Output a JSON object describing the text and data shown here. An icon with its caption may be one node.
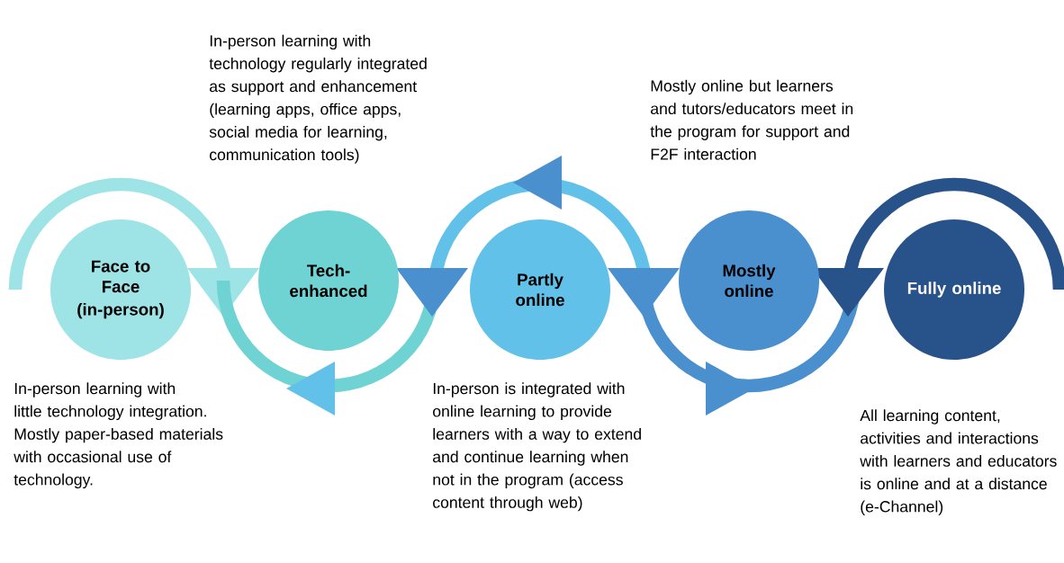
{
  "diagram": {
    "nodes": [
      {
        "text": [
          "Face to Face",
          "(in-person)"
        ],
        "beside": [
          "In-person learning with little technology integration. Mostly paper-based materials with occasional use of technology."
        ]
      },
      {
        "text": [
          "Tech-enhanced"
        ],
        "beside": [
          "In-person learning with technology regularly integrated as support and enhancement (learning apps, office apps, social media for learning, communication tools)"
        ]
      },
      {
        "text": [
          "Partly online"
        ],
        "beside": [
          "In-person is integrated with online learning to provide learners with a way to extend and continue learning when not in the program (access content through web)"
        ]
      },
      {
        "text": [
          "Mostly online"
        ],
        "beside": [
          "Mostly online but learners and tutors/educators meet in the program for support and F2F interaction"
        ]
      },
      {
        "text": [
          "Fully online"
        ],
        "beside": [
          "All learning content, activities and interactions with learners and educators is online and at a distance (e-Channel)"
        ]
      }
    ]
  }
}
